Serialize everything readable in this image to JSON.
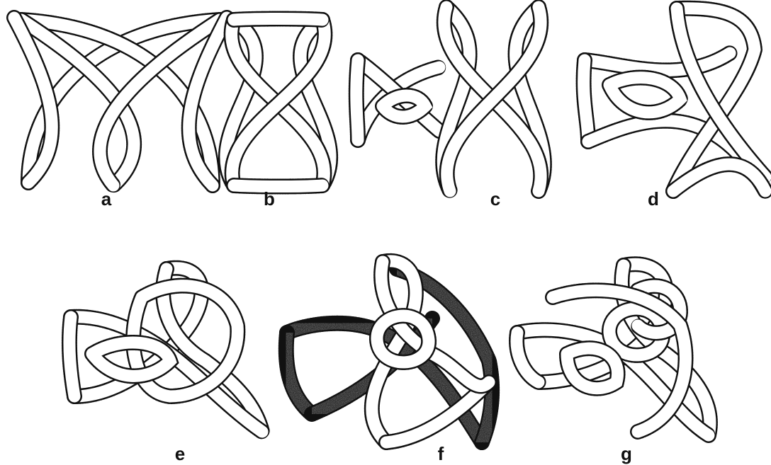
{
  "figure": {
    "panels": [
      {
        "id": "a",
        "label": "a"
      },
      {
        "id": "b",
        "label": "b"
      },
      {
        "id": "c",
        "label": "c"
      },
      {
        "id": "d",
        "label": "d"
      },
      {
        "id": "e",
        "label": "e"
      },
      {
        "id": "f",
        "label": "f"
      },
      {
        "id": "g",
        "label": "g"
      }
    ],
    "colors": {
      "ink": "#111111",
      "band": "#ffffff",
      "shaded": "#bdbdbd"
    }
  }
}
